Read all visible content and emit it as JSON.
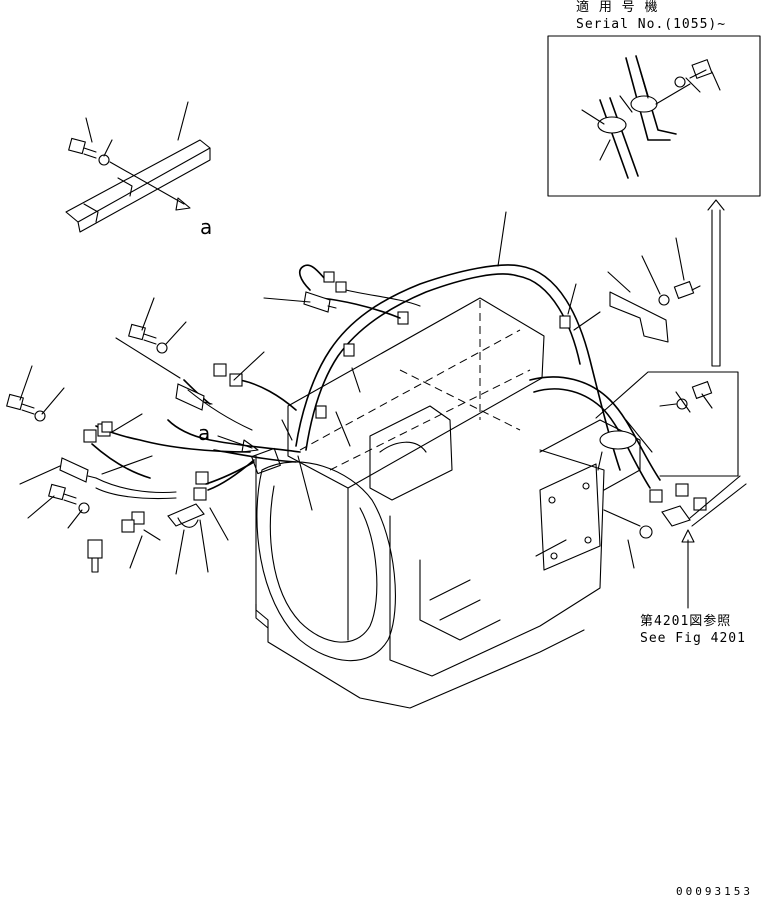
{
  "serial_box": {
    "title_jp": "適 用 号 機",
    "serial": "Serial No.(1055)~"
  },
  "view_marker": {
    "arrow_label_top": "a",
    "arrow_label_mid": "a"
  },
  "reference": {
    "fig_jp": "第4201図参照",
    "fig_en": "See Fig 4201"
  },
  "drawing_code": "00093153"
}
